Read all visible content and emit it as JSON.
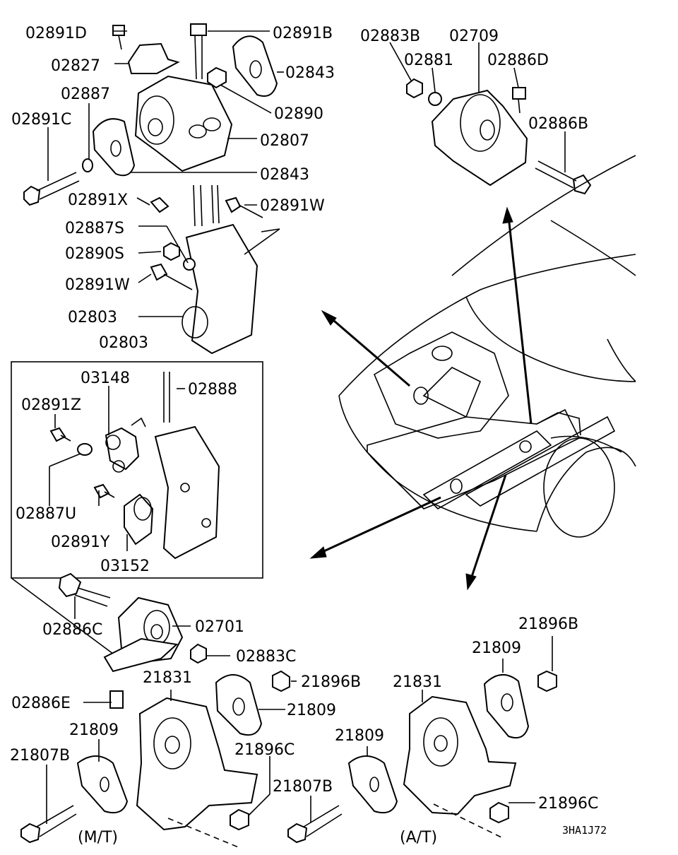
{
  "diagram": {
    "reference_code": "3HA1J72",
    "variant_mt": "(M/T)",
    "variant_at": "(A/T)",
    "callouts": [
      "02891D",
      "02827",
      "02887",
      "02891C",
      "02891B",
      "02843",
      "02890",
      "02807",
      "02843",
      "02891X",
      "02891W",
      "02887S",
      "02890S",
      "02891W",
      "02803",
      "02803",
      "03148",
      "02888",
      "02891Z",
      "02887U",
      "02891Y",
      "03152",
      "02883B",
      "02709",
      "02881",
      "02886D",
      "02886B",
      "02886C",
      "02701",
      "02883C",
      "21896B",
      "21831",
      "21809",
      "02886E",
      "21809",
      "21807B",
      "21896C",
      "21807B",
      "21896B",
      "21809",
      "21831",
      "21809",
      "21896C"
    ]
  }
}
